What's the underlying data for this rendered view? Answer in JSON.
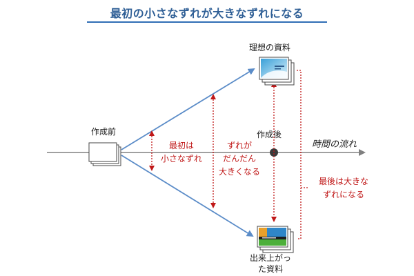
{
  "title": "最初の小さなずれが大きなずれになる",
  "labels": {
    "ideal": "理想の資料",
    "before": "作成前",
    "after": "作成後",
    "timeline": "時間の流れ",
    "small_1": "最初は",
    "small_2": "小さなずれ",
    "grow_1": "ずれが",
    "grow_2": "だんだん",
    "grow_3": "大きくなる",
    "final_1": "最後は大きな",
    "final_2": "ずれになる",
    "actual_1": "出来上がっ",
    "actual_2": "た資料"
  },
  "colors": {
    "title": "#2f5f96",
    "arrow_blue": "#5b8cc8",
    "timeline": "#808080",
    "dotted_red": "#c01818",
    "text_red": "#c01818"
  }
}
